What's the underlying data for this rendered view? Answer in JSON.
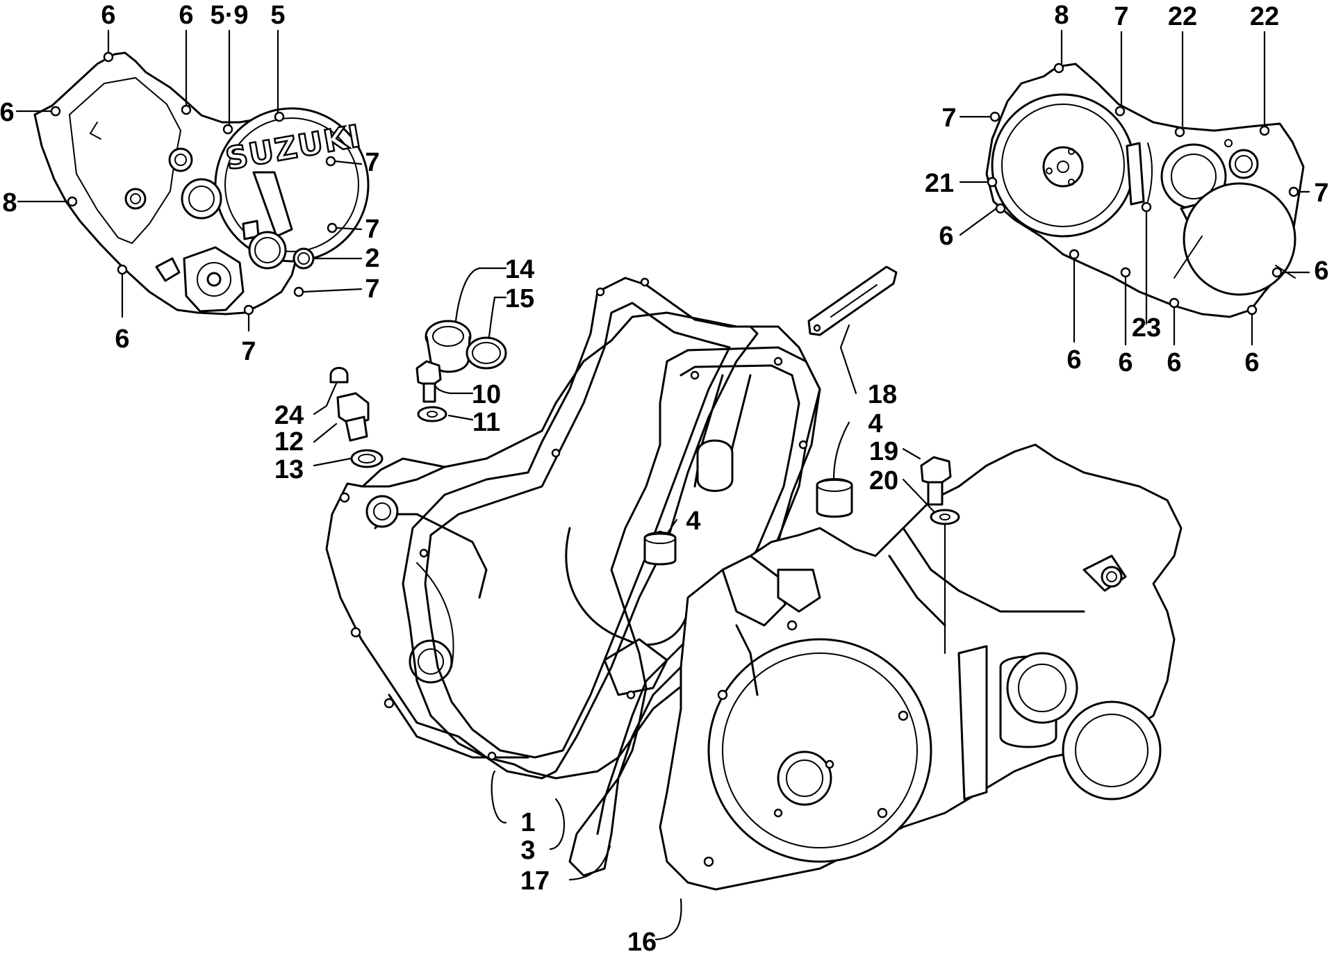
{
  "logo_text": "SUZUKI",
  "callouts": [
    {
      "id": "c-left-6a",
      "text": "6"
    },
    {
      "id": "c-left-6b",
      "text": "6"
    },
    {
      "id": "c-left-59",
      "text": "5·9"
    },
    {
      "id": "c-left-5",
      "text": "5"
    },
    {
      "id": "c-left-6c",
      "text": "6"
    },
    {
      "id": "c-left-7a",
      "text": "7"
    },
    {
      "id": "c-left-8",
      "text": "8"
    },
    {
      "id": "c-left-7b",
      "text": "7"
    },
    {
      "id": "c-left-2",
      "text": "2"
    },
    {
      "id": "c-left-7c",
      "text": "7"
    },
    {
      "id": "c-left-6d",
      "text": "6"
    },
    {
      "id": "c-left-7d",
      "text": "7"
    },
    {
      "id": "c-mid-14",
      "text": "14"
    },
    {
      "id": "c-mid-15",
      "text": "15"
    },
    {
      "id": "c-mid-10",
      "text": "10"
    },
    {
      "id": "c-mid-11",
      "text": "11"
    },
    {
      "id": "c-mid-24",
      "text": "24"
    },
    {
      "id": "c-mid-12",
      "text": "12"
    },
    {
      "id": "c-mid-13",
      "text": "13"
    },
    {
      "id": "c-mid-18",
      "text": "18"
    },
    {
      "id": "c-mid-4a",
      "text": "4"
    },
    {
      "id": "c-mid-19",
      "text": "19"
    },
    {
      "id": "c-mid-20",
      "text": "20"
    },
    {
      "id": "c-mid-4b",
      "text": "4"
    },
    {
      "id": "c-bot-1",
      "text": "1"
    },
    {
      "id": "c-bot-3",
      "text": "3"
    },
    {
      "id": "c-bot-17",
      "text": "17"
    },
    {
      "id": "c-bot-16",
      "text": "16"
    },
    {
      "id": "c-right-8",
      "text": "8"
    },
    {
      "id": "c-right-7a",
      "text": "7"
    },
    {
      "id": "c-right-22a",
      "text": "22"
    },
    {
      "id": "c-right-22b",
      "text": "22"
    },
    {
      "id": "c-right-7b",
      "text": "7"
    },
    {
      "id": "c-right-21",
      "text": "21"
    },
    {
      "id": "c-right-7c",
      "text": "7"
    },
    {
      "id": "c-right-6a",
      "text": "6"
    },
    {
      "id": "c-right-6b",
      "text": "6"
    },
    {
      "id": "c-right-23",
      "text": "23"
    },
    {
      "id": "c-right-6c",
      "text": "6"
    },
    {
      "id": "c-right-6d",
      "text": "6"
    },
    {
      "id": "c-right-6e",
      "text": "6"
    },
    {
      "id": "c-right-6f",
      "text": "6"
    }
  ]
}
